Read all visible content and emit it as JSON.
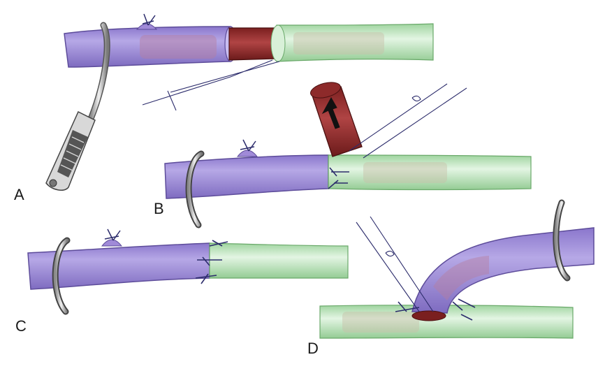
{
  "panels": {
    "a": {
      "label": "A"
    },
    "b": {
      "label": "B"
    },
    "c": {
      "label": "C"
    },
    "d": {
      "label": "D"
    }
  },
  "colors": {
    "vessel_purple": "#a493d8",
    "vessel_purple_dark": "#6d5aa8",
    "vessel_green": "#bfe6bf",
    "vessel_green_dark": "#7fbf7f",
    "stump_red": "#9b2f2f",
    "stump_red_dark": "#5e1414",
    "clamp_metal": "#c9c9c9",
    "suture_line": "#2b2b6b",
    "arrow": "#111111"
  },
  "icons": [
    "vascular-clamp-icon",
    "suture-knot-icon",
    "direction-arrow-icon"
  ]
}
